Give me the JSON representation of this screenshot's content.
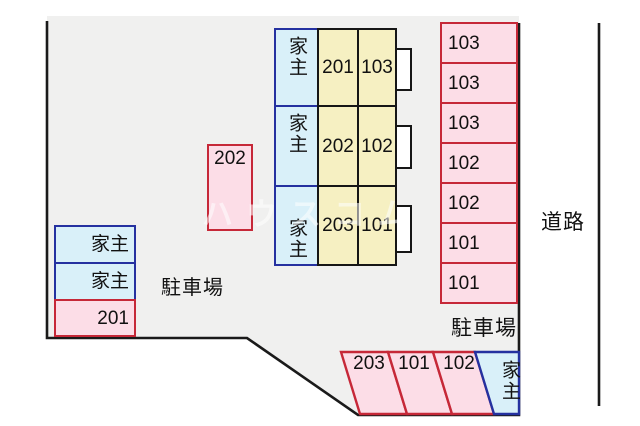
{
  "colors": {
    "site_fill": "#f0f0ef",
    "outline": "#1a1a1a",
    "pink_fill": "#fcdde7",
    "pink_border": "#c62838",
    "blue_fill": "#d9f0f9",
    "blue_border": "#2531a0",
    "yellow_fill": "#f6f0c2",
    "yellow_border": "#161616",
    "text": "#111111"
  },
  "labels": {
    "road": "道路",
    "parking_lot_left": "駐車場",
    "parking_lot_right": "駐車場",
    "watermark": "ハウスコム"
  },
  "left_stack": {
    "cells": [
      {
        "label": "家主",
        "type": "blue"
      },
      {
        "label": "家主",
        "type": "blue"
      },
      {
        "label": "201",
        "type": "pink"
      }
    ]
  },
  "upper_pink_space": {
    "label": "202"
  },
  "building": {
    "rows": [
      {
        "owner": "家主",
        "unit_left": "201",
        "unit_right": "103"
      },
      {
        "owner": "家主",
        "unit_left": "202",
        "unit_right": "102"
      },
      {
        "owner": "家主",
        "unit_left": "203",
        "unit_right": "101"
      }
    ]
  },
  "right_column": {
    "cells": [
      {
        "label": "103"
      },
      {
        "label": "103"
      },
      {
        "label": "103"
      },
      {
        "label": "102"
      },
      {
        "label": "102"
      },
      {
        "label": "101"
      },
      {
        "label": "101"
      }
    ]
  },
  "bottom_row": {
    "cells": [
      {
        "label": "203",
        "type": "pink"
      },
      {
        "label": "101",
        "type": "pink"
      },
      {
        "label": "102",
        "type": "pink"
      },
      {
        "label": "家主",
        "type": "blue"
      }
    ]
  }
}
